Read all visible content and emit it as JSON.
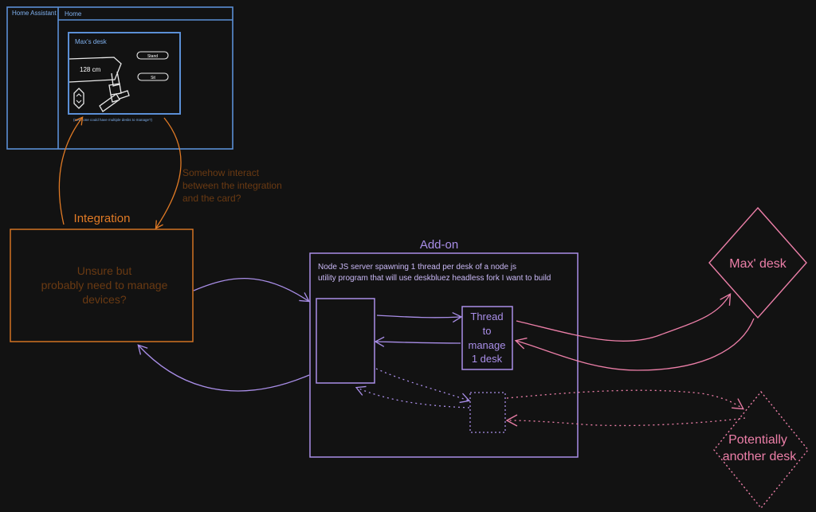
{
  "colors": {
    "background": "#121212",
    "ha_blue": "#5b8fd6",
    "integration_orange": "#e07a25",
    "integration_text": "#6a3a12",
    "addon_purple": "#a98ee8",
    "desk_pink": "#ec7fa8",
    "white_sketch": "#e8e8e8"
  },
  "ha_ui": {
    "app_title": "Home Assistant",
    "page_title": "Home",
    "card_title": "Max's desk",
    "height_readout": "128 cm",
    "stand_button": "Stand",
    "sit_button": "Sit",
    "footnote": "(new: one could have multiple desks to manage?)"
  },
  "notes": {
    "card_interaction": [
      "Somehow interact",
      "between the integration",
      "and the card?"
    ]
  },
  "integration": {
    "label": "Integration",
    "body_lines": [
      "Unsure but",
      "probably need to manage",
      "devices?"
    ]
  },
  "addon": {
    "label": "Add-on",
    "description_lines": [
      "Node JS server spawning 1 thread per desk of a node js",
      "utility program that will use deskbluez headless fork I want to build"
    ],
    "thread_lines": [
      "Thread",
      "to",
      "manage",
      "1 desk"
    ]
  },
  "desks": {
    "primary": "Max' desk",
    "secondary_lines": [
      "Potentially",
      "another desk"
    ]
  }
}
